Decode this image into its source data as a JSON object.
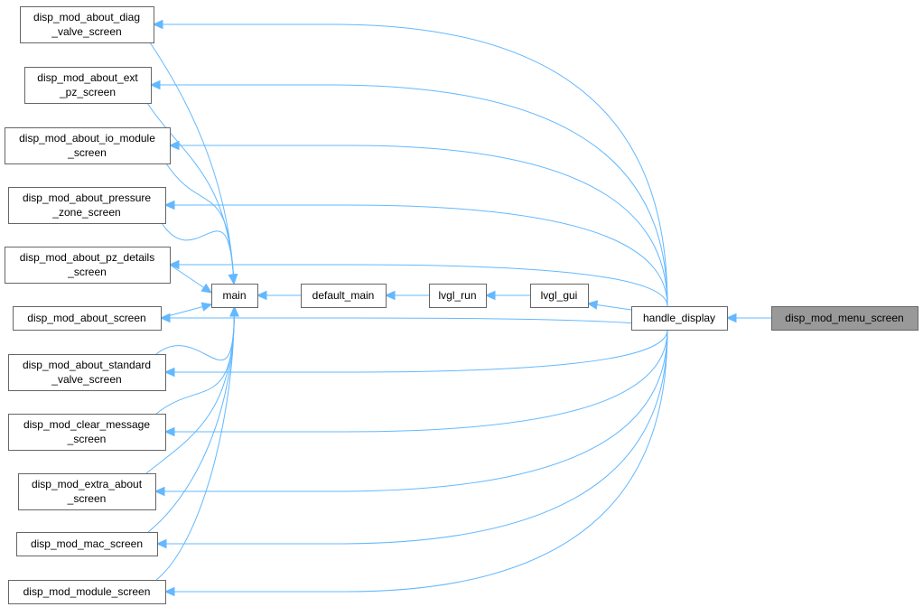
{
  "graph": {
    "nodes": [
      {
        "id": "diag_valve",
        "lines": [
          "disp_mod_about_diag",
          "_valve_screen"
        ]
      },
      {
        "id": "ext_pz",
        "lines": [
          "disp_mod_about_ext",
          "_pz_screen"
        ]
      },
      {
        "id": "io_module",
        "lines": [
          "disp_mod_about_io_module",
          "_screen"
        ]
      },
      {
        "id": "pressure_zone",
        "lines": [
          "disp_mod_about_pressure",
          "_zone_screen"
        ]
      },
      {
        "id": "pz_details",
        "lines": [
          "disp_mod_about_pz_details",
          "_screen"
        ]
      },
      {
        "id": "about",
        "lines": [
          "disp_mod_about_screen"
        ]
      },
      {
        "id": "std_valve",
        "lines": [
          "disp_mod_about_standard",
          "_valve_screen"
        ]
      },
      {
        "id": "clear_msg",
        "lines": [
          "disp_mod_clear_message",
          "_screen"
        ]
      },
      {
        "id": "extra_about",
        "lines": [
          "disp_mod_extra_about",
          "_screen"
        ]
      },
      {
        "id": "mac",
        "lines": [
          "disp_mod_mac_screen"
        ]
      },
      {
        "id": "module",
        "lines": [
          "disp_mod_module_screen"
        ]
      },
      {
        "id": "main",
        "lines": [
          "main"
        ]
      },
      {
        "id": "default_main",
        "lines": [
          "default_main"
        ]
      },
      {
        "id": "lvgl_run",
        "lines": [
          "lvgl_run"
        ]
      },
      {
        "id": "lvgl_gui",
        "lines": [
          "lvgl_gui"
        ]
      },
      {
        "id": "handle_display",
        "lines": [
          "handle_display"
        ]
      },
      {
        "id": "menu",
        "lines": [
          "disp_mod_menu_screen"
        ],
        "highlight": true
      }
    ],
    "edges": [
      {
        "from": "menu",
        "to": "handle_display"
      },
      {
        "from": "handle_display",
        "to": "lvgl_gui"
      },
      {
        "from": "lvgl_gui",
        "to": "lvgl_run"
      },
      {
        "from": "lvgl_run",
        "to": "default_main"
      },
      {
        "from": "default_main",
        "to": "main"
      },
      {
        "from": "handle_display",
        "to": "diag_valve"
      },
      {
        "from": "handle_display",
        "to": "ext_pz"
      },
      {
        "from": "handle_display",
        "to": "io_module"
      },
      {
        "from": "handle_display",
        "to": "pressure_zone"
      },
      {
        "from": "handle_display",
        "to": "pz_details"
      },
      {
        "from": "handle_display",
        "to": "about"
      },
      {
        "from": "handle_display",
        "to": "std_valve"
      },
      {
        "from": "handle_display",
        "to": "clear_msg"
      },
      {
        "from": "handle_display",
        "to": "extra_about"
      },
      {
        "from": "handle_display",
        "to": "mac"
      },
      {
        "from": "handle_display",
        "to": "module"
      },
      {
        "from": "diag_valve",
        "to": "main"
      },
      {
        "from": "ext_pz",
        "to": "main"
      },
      {
        "from": "io_module",
        "to": "main"
      },
      {
        "from": "pressure_zone",
        "to": "main"
      },
      {
        "from": "pz_details",
        "to": "main"
      },
      {
        "from": "about",
        "to": "main"
      },
      {
        "from": "std_valve",
        "to": "main"
      },
      {
        "from": "clear_msg",
        "to": "main"
      },
      {
        "from": "extra_about",
        "to": "main"
      },
      {
        "from": "mac",
        "to": "main"
      },
      {
        "from": "module",
        "to": "main"
      }
    ]
  },
  "colors": {
    "edge": "#63b8ff",
    "node_border": "#666666",
    "highlight_fill": "#999999"
  }
}
